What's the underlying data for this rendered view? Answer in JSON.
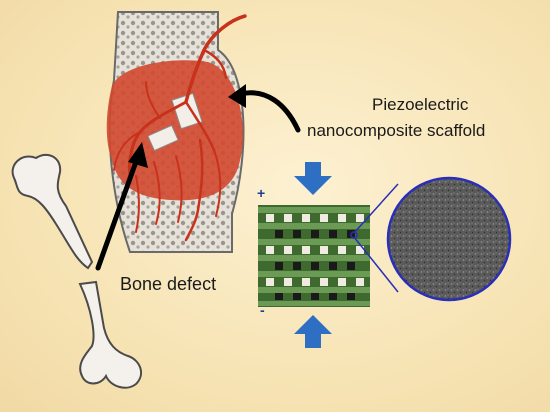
{
  "labels": {
    "scaffold_line1": "Piezoelectric",
    "scaffold_line2": "nanocomposite scaffold",
    "bone_defect": "Bone defect",
    "pole_positive": "+",
    "pole_negative": "-"
  },
  "colors": {
    "background": "#f7e4b5",
    "blood_vessel": "#c8321c",
    "tissue": "#d2492f",
    "bone_outline": "#4a4a4a",
    "scaffold_green": "#4d7a3b",
    "arrow_blue": "#2e6fc4",
    "zoom_outline": "#2a2fb8"
  },
  "icons": [
    "femur-bone-icon",
    "compression-arrow-icon",
    "pointer-arrow-icon",
    "zoom-lens-icon"
  ]
}
